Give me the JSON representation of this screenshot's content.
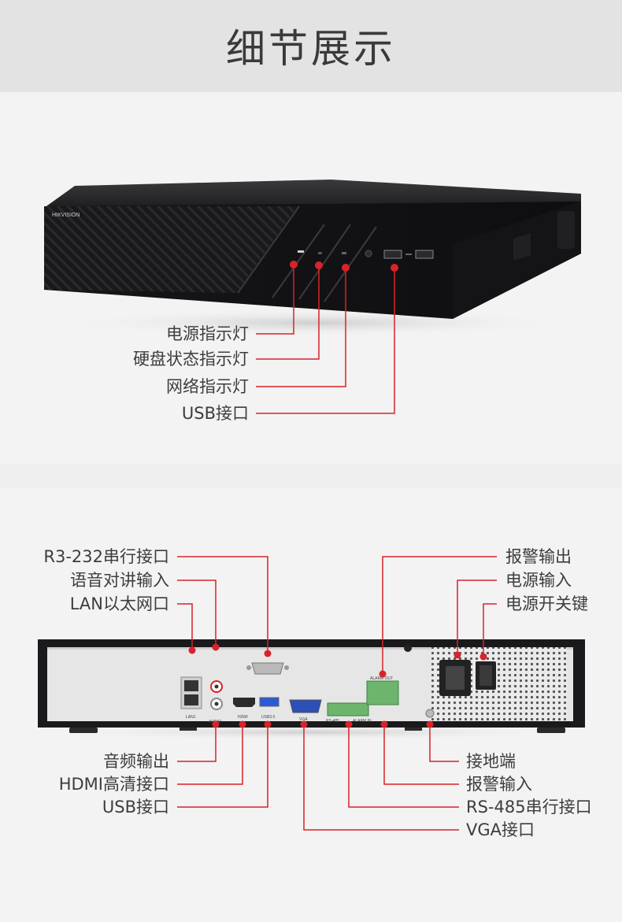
{
  "section_title": "细节展示",
  "brand_logo": "HIKVISION",
  "front_callouts": [
    "电源指示灯",
    "硬盘状态指示灯",
    "网络指示灯",
    "USB接口"
  ],
  "rear_left_top": [
    "R3-232串行接口",
    "语音对讲输入",
    "LAN以太网口"
  ],
  "rear_right_top": [
    "报警输出",
    "电源输入",
    "电源开关键"
  ],
  "rear_left_bottom": [
    "音频输出",
    "HDMI高清接口",
    "USB接口"
  ],
  "rear_right_bottom": [
    "接地端",
    "报警输入",
    "RS-485串行接口",
    "VGA接口"
  ],
  "port_labels": {
    "lan": "LAN1",
    "audio": "AUDIO",
    "hdmi": "HDMI",
    "usb": "USB3.0",
    "vga": "VGA",
    "rs485": "RS-485",
    "alarm_in": "ALARM IN",
    "alarm_out": "ALARM OUT"
  },
  "colors": {
    "accent": "#d8232a",
    "device": "#1c1c1e",
    "panel": "#e6e6e6"
  }
}
